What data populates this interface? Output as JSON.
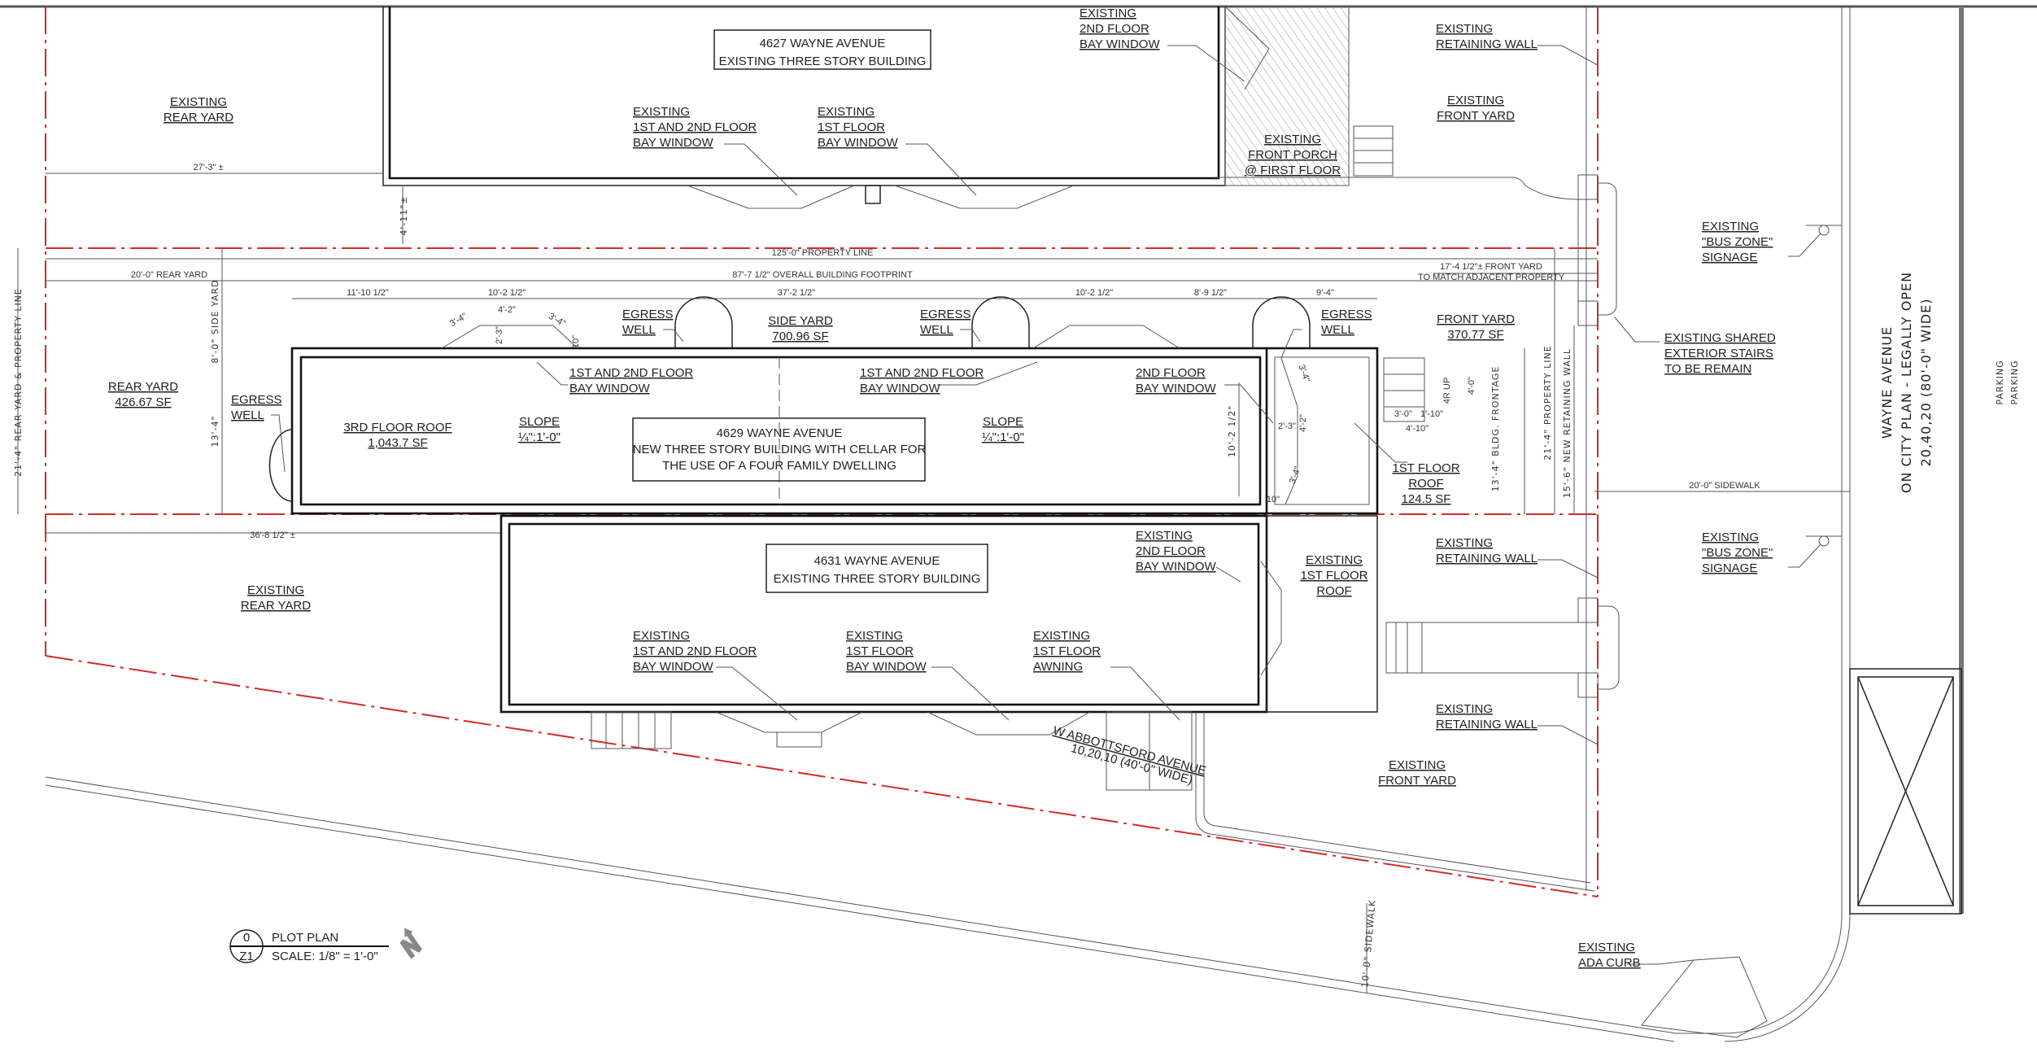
{
  "title_block": {
    "detail_number": "0",
    "sheet": "Z1",
    "title": "PLOT PLAN",
    "scale": "SCALE: 1/8\" = 1'-0\"",
    "north_arrow": "north-arrow-icon"
  },
  "colors": {
    "property_line": "#d42a2a",
    "linework": "#222222",
    "paper": "#ffffff"
  },
  "buildings": {
    "b4627": [
      "4627 WAYNE AVENUE",
      "EXISTING THREE STORY BUILDING"
    ],
    "b4629": [
      "4629 WAYNE AVENUE",
      "NEW THREE STORY BUILDING WITH CELLAR FOR",
      "THE USE OF A FOUR FAMILY DWELLING"
    ],
    "b4631": [
      "4631 WAYNE AVENUE",
      "EXISTING THREE STORY BUILDING"
    ]
  },
  "labels": {
    "rear_yard_top": [
      "EXISTING",
      "REAR YARD"
    ],
    "bay_1_2_top": [
      "EXISTING",
      "1ST AND 2ND FLOOR",
      "BAY WINDOW"
    ],
    "bay_1_top": [
      "EXISTING",
      "1ST FLOOR",
      "BAY WINDOW"
    ],
    "bay_2_top": [
      "EXISTING",
      "2ND FLOOR",
      "BAY WINDOW"
    ],
    "front_porch": [
      "EXISTING",
      "FRONT PORCH",
      "@ FIRST FLOOR"
    ],
    "retaining_wall_top": [
      "EXISTING",
      "RETAINING WALL"
    ],
    "front_yard_top": [
      "EXISTING",
      "FRONT YARD"
    ],
    "bus_zone_top": [
      "EXISTING",
      "\"BUS ZONE\"",
      "SIGNAGE"
    ],
    "shared_stairs": [
      "EXISTING SHARED",
      "EXTERIOR STAIRS",
      "TO BE REMAIN"
    ],
    "bus_zone_bottom": [
      "EXISTING",
      "\"BUS ZONE\"",
      "SIGNAGE"
    ],
    "egress_1": [
      "EGRESS",
      "WELL"
    ],
    "egress_2": [
      "EGRESS",
      "WELL"
    ],
    "egress_3": [
      "EGRESS",
      "WELL"
    ],
    "egress_left": [
      "EGRESS",
      "WELL"
    ],
    "side_yard": [
      "SIDE YARD",
      "700.96 SF"
    ],
    "front_yard": [
      "FRONT YARD",
      "370.77 SF"
    ],
    "rear_yard": [
      "REAR YARD",
      "426.67 SF"
    ],
    "roof_3rd": [
      "3RD FLOOR ROOF",
      "1,043.7 SF"
    ],
    "slope_1": [
      "SLOPE",
      "¼\":1'-0\""
    ],
    "slope_2": [
      "SLOPE",
      "¼\":1'-0\""
    ],
    "bay_new_1": [
      "1ST AND 2ND FLOOR",
      "BAY WINDOW"
    ],
    "bay_new_2": [
      "1ST AND 2ND FLOOR",
      "BAY WINDOW"
    ],
    "bay_new_3": [
      "2ND FLOOR",
      "BAY WINDOW"
    ],
    "roof_1st": [
      "1ST FLOOR",
      "ROOF",
      "124.5 SF"
    ],
    "rear_yard_bottom": [
      "EXISTING",
      "REAR YARD"
    ],
    "bay_2_bottom": [
      "EXISTING",
      "2ND FLOOR",
      "BAY WINDOW"
    ],
    "roof_1st_existing": [
      "EXISTING",
      "1ST FLOOR",
      "ROOF"
    ],
    "retaining_wall_mid": [
      "EXISTING",
      "RETAINING WALL"
    ],
    "retaining_wall_low": [
      "EXISTING",
      "RETAINING WALL"
    ],
    "bay_1_2_bottom": [
      "EXISTING",
      "1ST AND 2ND FLOOR",
      "BAY WINDOW"
    ],
    "bay_1_bottom": [
      "EXISTING",
      "1ST FLOOR",
      "BAY WINDOW"
    ],
    "awning": [
      "EXISTING",
      "1ST FLOOR",
      "AWNING"
    ],
    "front_yard_bottom": [
      "EXISTING",
      "FRONT YARD"
    ],
    "ada_curb": [
      "EXISTING",
      "ADA CURB"
    ]
  },
  "streets": {
    "wayne": [
      "WAYNE AVENUE",
      "ON CITY PLAN  -  LEGALLY OPEN",
      "20,40,20 (80'-0\" WIDE)"
    ],
    "parking": [
      "PARKING",
      "PARKING"
    ],
    "abbottsford": [
      "W ABBOTTSFORD AVENUE",
      "10,20,10 (40'-0\" WIDE)"
    ]
  },
  "dimensions": {
    "property_line": "125'-0\" PROPERTY LINE",
    "footprint": "87'-7 1/2\" OVERALL BUILDING FOOTPRINT",
    "rear_yard": "20'-0\" REAR YARD",
    "front_yard": [
      "17'-4 1/2\"± FRONT YARD",
      "TO MATCH ADJACENT PROPERTY"
    ],
    "existing_rear_top": "27'-3\" ±",
    "gap_top": "4'-11\"±",
    "existing_rear_bottom": "36'-8 1/2\" ±",
    "segments": [
      "11'-10 1/2\"",
      "10'-2 1/2\"",
      "37'-2 1/2\"",
      "10'-2 1/2\"",
      "8'-9 1/2\"",
      "9'-4\""
    ],
    "bay_parts": [
      "3'-4\"",
      "4'-2\"",
      "3'-4\"",
      "2'-3\"",
      "10\""
    ],
    "rear_property": "21'-4\" REAR YARD & PROPERTY LINE",
    "side_yard": "8'-0\" SIDE YARD",
    "depth": "13'-4\"",
    "frontage": "13'-4\" BLDG. FRONTAGE",
    "front_property": "21'-4\" PROPERTY LINE",
    "retaining_wall": "15'-6\" NEW RETAINING WALL",
    "bay_front": "10'-2 1/2\"",
    "bay_front_parts": [
      "3'-4\"",
      "4'-2\"",
      "2'-3\"",
      "3'-4\"",
      "10\""
    ],
    "stair": [
      "4R UP",
      "4'-0\"",
      "3'-0\"",
      "1'-10\"",
      "4'-10\""
    ],
    "sidewalk_wayne": "20'-0\" SIDEWALK",
    "sidewalk_abbottsford": "10'-0\" SIDEWALK"
  }
}
